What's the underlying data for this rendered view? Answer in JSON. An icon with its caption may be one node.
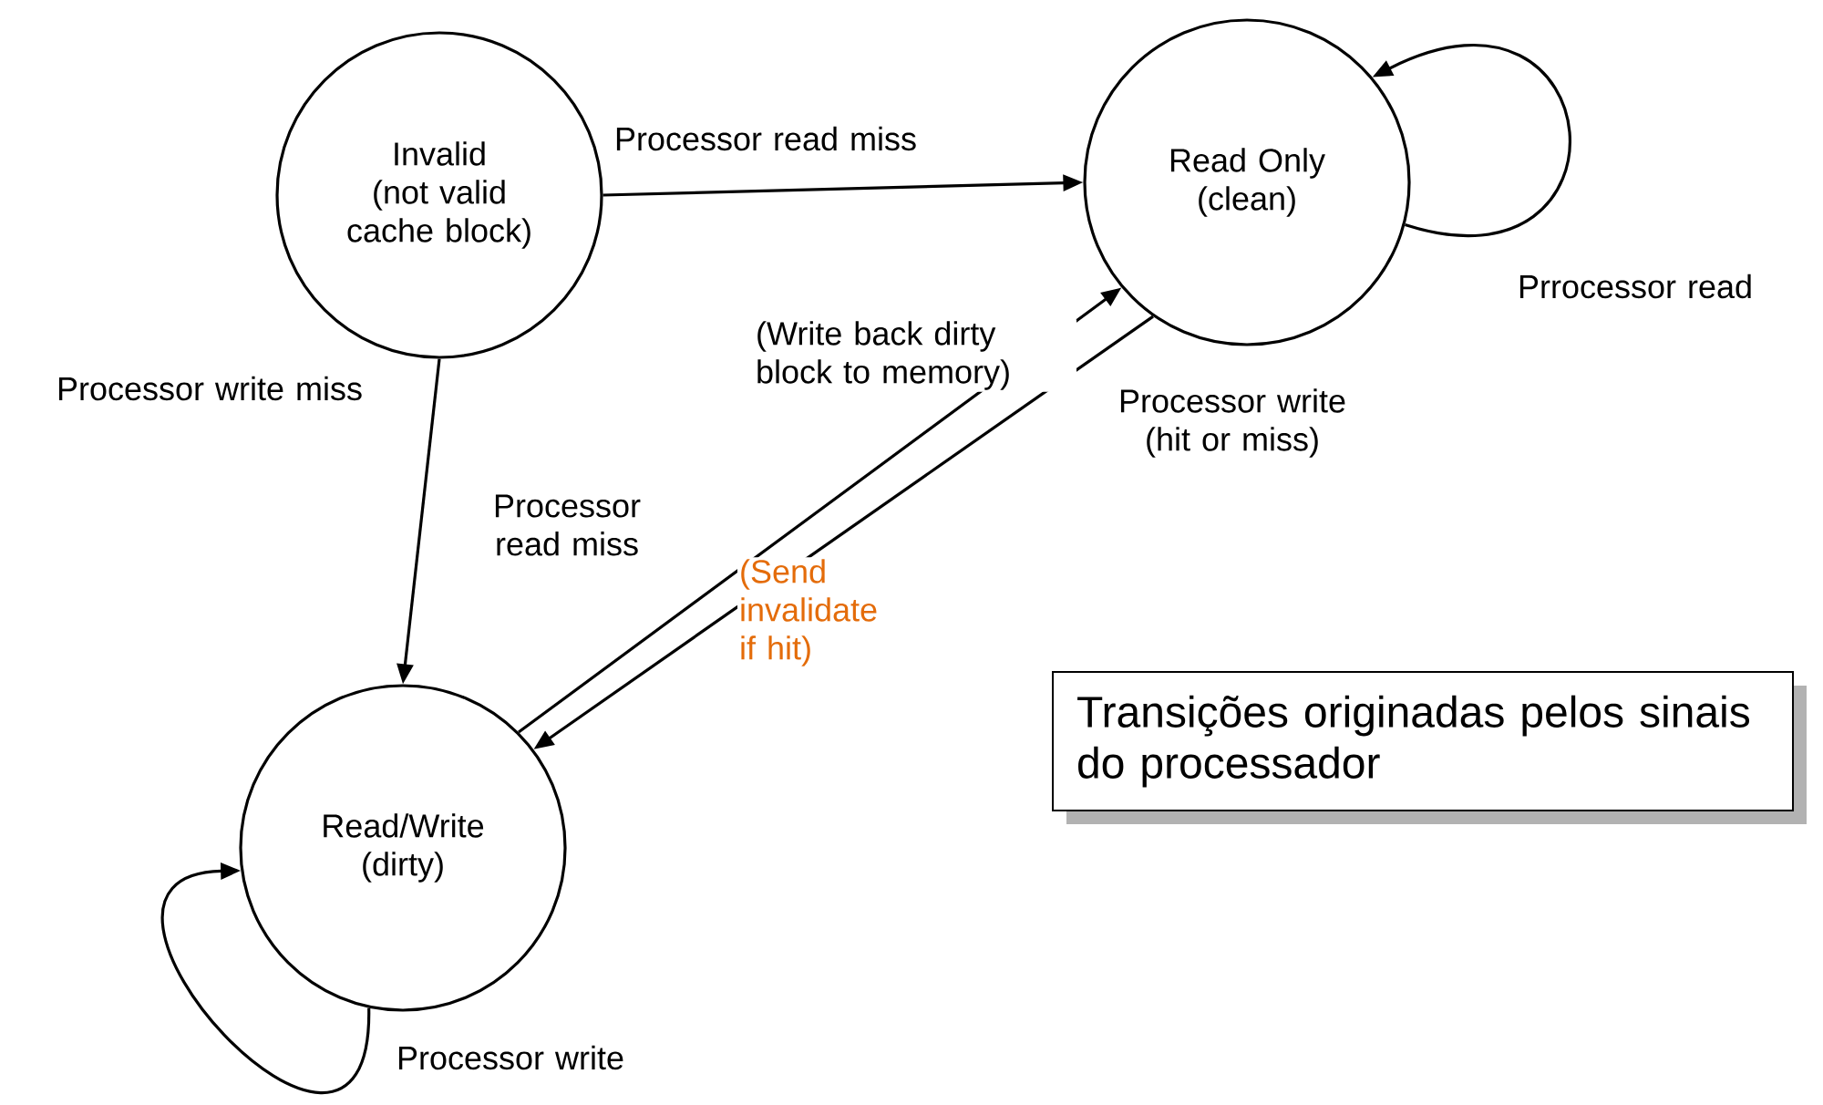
{
  "diagram": {
    "nodes": [
      {
        "text": [
          "Invalid",
          "(not valid cache block)"
        ]
      },
      {
        "text": [
          "Read Only",
          "(clean)"
        ]
      },
      {
        "text": [
          "Read/Write",
          "(dirty)"
        ]
      },
      {
        "text": [
          "Transições originadas pelos sinais do processador"
        ]
      }
    ],
    "edges": [
      {
        "from": 0,
        "to": 1,
        "arrow": "to",
        "label": "Processor read miss"
      },
      {
        "from": 0,
        "to": 2,
        "arrow": "to",
        "label": "Processor write miss"
      },
      {
        "from": 2,
        "to": 1,
        "arrow": "to",
        "label": "Processor read miss"
      },
      {
        "from": 1,
        "to": 2,
        "arrow": "to",
        "label": "Processor write (hit or miss)"
      },
      {
        "from": 1,
        "to": 1,
        "arrow": "to",
        "label": "Prrocessor read"
      },
      {
        "from": 2,
        "to": 2,
        "arrow": "to",
        "label": "Processor write"
      }
    ],
    "labels": [
      "(Write back dirty block to memory)",
      "(Send invalidate if hit)"
    ]
  }
}
